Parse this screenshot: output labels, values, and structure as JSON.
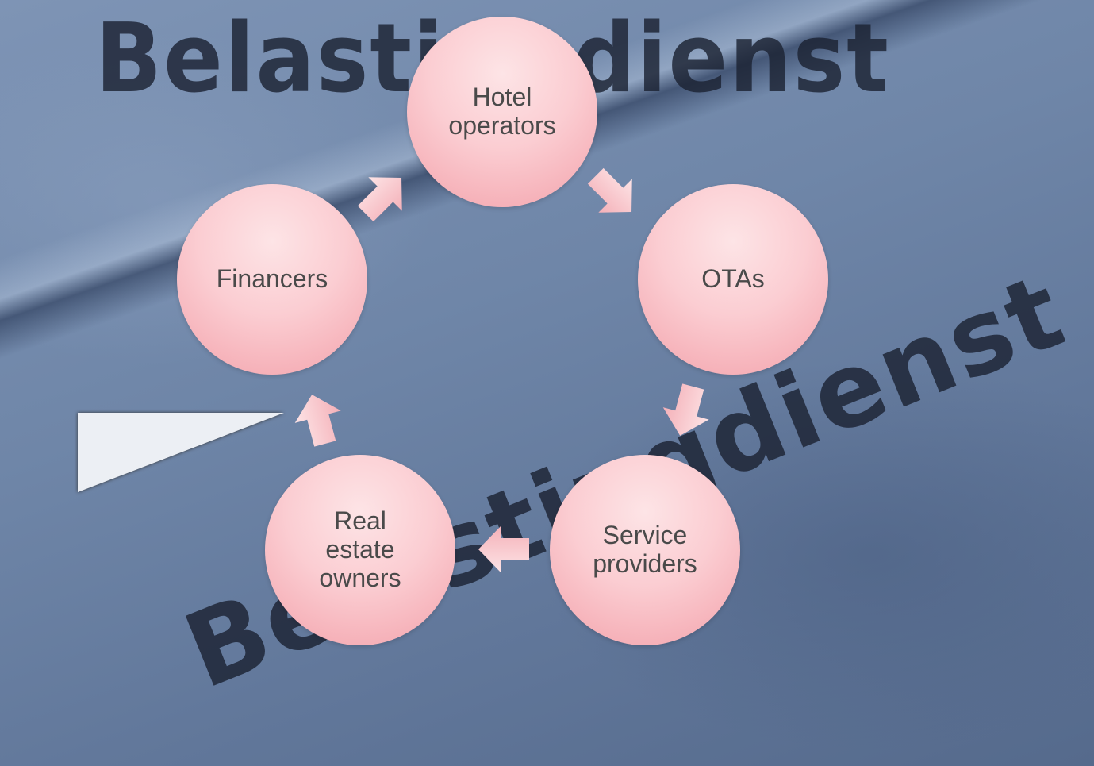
{
  "background": {
    "watermark_top": "Belastingdienst",
    "watermark_bottom": "Belastingdienst"
  },
  "diagram": {
    "type": "cycle",
    "nodes": [
      {
        "id": "hotel",
        "label": "Hotel\noperators"
      },
      {
        "id": "otas",
        "label": "OTAs"
      },
      {
        "id": "service",
        "label": "Service\nproviders"
      },
      {
        "id": "real-estate",
        "label": "Real\nestate\nowners"
      },
      {
        "id": "financers",
        "label": "Financers"
      }
    ],
    "colors": {
      "node_fill": "#fbcdd2",
      "node_edge": "#f3a2ab",
      "arrow_fill": "#f8c9cf",
      "text": "#4a4a4a"
    }
  }
}
